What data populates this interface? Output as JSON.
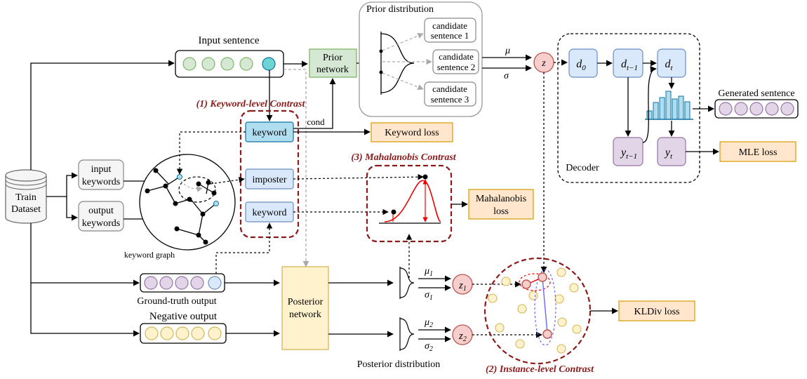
{
  "labels": {
    "input_sentence": "Input sentence",
    "prior_network_1": "Prior",
    "prior_network_2": "network",
    "prior_distribution": "Prior distribution",
    "candidate_word": "candidate",
    "candidate_1": "sentence 1",
    "candidate_2": "sentence 2",
    "candidate_3": "sentence 3",
    "mu": "μ",
    "sigma": "σ",
    "z": "z",
    "d0": "d",
    "d0_sub": "0",
    "dt1": "d",
    "dt1_sub": "t−1",
    "dt": "d",
    "dt_sub": "t",
    "yt1": "y",
    "yt1_sub": "t−1",
    "yt": "y",
    "yt_sub": "t",
    "decoder": "Decoder",
    "generated_sentence": "Generated sentence",
    "mle_loss": "MLE loss",
    "keyword_level_contrast": "(1) Keyword-level  Contrast",
    "cond": "cond",
    "keyword": "keyword",
    "imposter": "imposter",
    "keyword_loss": "Keyword loss",
    "mahalanobis_contrast": "(3) Mahalanobis Contrast",
    "mahalanobis_loss_1": "Mahalanobis",
    "mahalanobis_loss_2": "loss",
    "train_1": "Train",
    "train_2": "Dataset",
    "input_keywords_1": "input",
    "input_keywords_2": "keywords",
    "output_keywords_1": "output",
    "output_keywords_2": "keywords",
    "keyword_graph": "keyword graph",
    "ground_truth_output": "Ground-truth output",
    "negative_output": "Negative output",
    "posterior_network_1": "Posterior",
    "posterior_network_2": "network",
    "mu1": "μ",
    "mu1_sub": "1",
    "sigma1": "σ",
    "sigma1_sub": "1",
    "mu2": "μ",
    "mu2_sub": "2",
    "sigma2": "σ",
    "sigma2_sub": "2",
    "z1": "z",
    "z1_sub": "1",
    "z2": "z",
    "z2_sub": "2",
    "posterior_distribution": "Posterior distribution",
    "kldiv_loss": "KLDiv loss",
    "instance_level_contrast": "(2) Instance-level Contrast"
  },
  "colors": {
    "green_fill": "#d5e8d4",
    "green_stroke": "#82b366",
    "teal_fill": "#6dd3d3",
    "blue_fill": "#dae8fc",
    "blue_stroke": "#6c8ebf",
    "keyword_fill": "#b1ddf0",
    "keyword_stroke": "#10739e",
    "orange_fill": "#ffe6cc",
    "orange_stroke": "#d79b00",
    "yellow_fill": "#fff2cc",
    "yellow_stroke": "#d6b656",
    "purple_fill": "#e1d5e7",
    "purple_stroke": "#9673a6",
    "red_fill": "#f8cecc",
    "red_stroke": "#b85450",
    "dark_red": "#8b1a1a"
  }
}
